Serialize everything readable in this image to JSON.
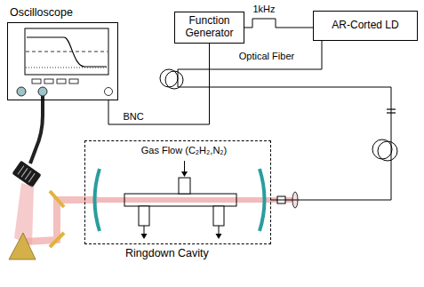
{
  "diagram": {
    "nodes": [
      {
        "text": [
          "Oscilloscope"
        ]
      },
      {
        "text": [
          "Function Generator"
        ]
      },
      {
        "text": [
          "AR-Corted LD"
        ]
      },
      {
        "text": [
          "Ringdown Cavity"
        ]
      }
    ],
    "edges": [
      {
        "from": 1,
        "to": 2,
        "arrow": "none",
        "label": "1kHz"
      },
      {
        "from": 2,
        "to": 3,
        "arrow": "none",
        "label": "Optical Fiber"
      },
      {
        "from": 0,
        "to": 1,
        "arrow": "none",
        "label": "BNC"
      }
    ],
    "labels": [
      "Gas Flow (C₂H₂,N₂)"
    ]
  }
}
